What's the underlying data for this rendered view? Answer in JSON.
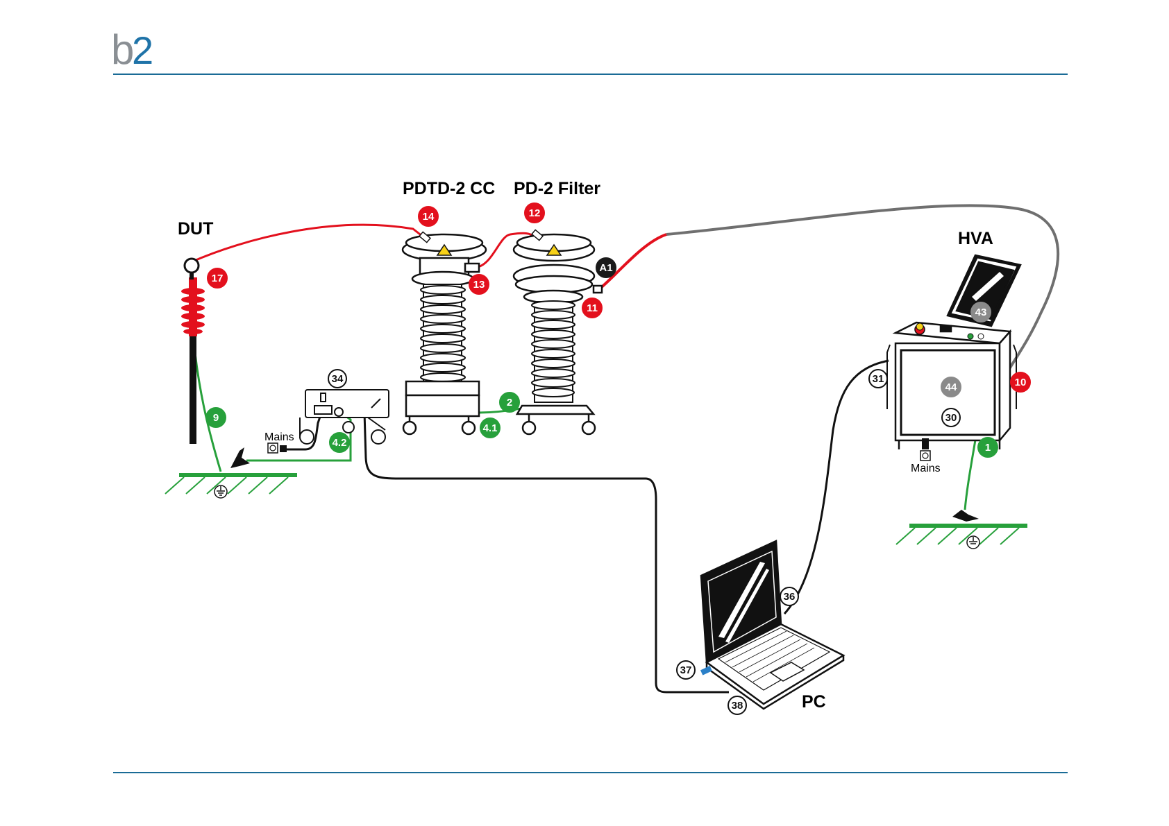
{
  "header": {
    "logo": {
      "text": "b2",
      "colors": {
        "b": "#8a8f94",
        "two": "#1f73a8"
      }
    }
  },
  "labels": {
    "dut": "DUT",
    "pdtd": "PDTD-2 CC",
    "filter": "PD-2 Filter",
    "hva": "HVA",
    "pc": "PC",
    "mains_left": "Mains",
    "mains_right": "Mains"
  },
  "badges": [
    {
      "id": "14",
      "style": "red"
    },
    {
      "id": "12",
      "style": "red"
    },
    {
      "id": "17",
      "style": "red"
    },
    {
      "id": "13",
      "style": "red"
    },
    {
      "id": "11",
      "style": "red"
    },
    {
      "id": "10",
      "style": "red"
    },
    {
      "id": "A1",
      "style": "black"
    },
    {
      "id": "9",
      "style": "green"
    },
    {
      "id": "2",
      "style": "green"
    },
    {
      "id": "4.1",
      "style": "green"
    },
    {
      "id": "4.2",
      "style": "green"
    },
    {
      "id": "1",
      "style": "green"
    },
    {
      "id": "43",
      "style": "gray"
    },
    {
      "id": "44",
      "style": "gray"
    },
    {
      "id": "34",
      "style": "outline"
    },
    {
      "id": "31",
      "style": "outline"
    },
    {
      "id": "30",
      "style": "outline"
    },
    {
      "id": "36",
      "style": "outline"
    },
    {
      "id": "37",
      "style": "outline"
    },
    {
      "id": "38",
      "style": "outline"
    }
  ],
  "colors": {
    "hv_cable": "#e3101d",
    "ground_cable": "#27a03b",
    "signal_cable": "#111111",
    "return_cable": "#6f6f6f",
    "badge_red": "#e3101d",
    "badge_green": "#27a03b",
    "badge_gray": "#8a8a8a",
    "badge_black": "#1a1a1a",
    "rule": "#1a6b96"
  }
}
